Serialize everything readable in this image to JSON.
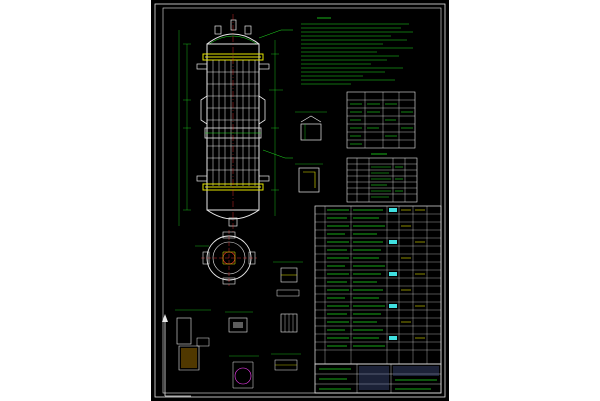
{
  "app": {
    "title": "CAD viewer",
    "background": "#000000",
    "colors": {
      "frame": "#ffffff",
      "line_white": "#e8e8e8",
      "line_yellow": "#e6e600",
      "line_green": "#20e020",
      "line_red": "#ff3030",
      "line_magenta": "#ff40ff",
      "line_cyan": "#40e0e0"
    }
  },
  "drawing": {
    "sheet": "equipment-assembly-drawing",
    "notes_title": "",
    "main_views": [
      "column-elevation",
      "top-section",
      "detail-a",
      "detail-b",
      "nozzle-detail"
    ],
    "tables": [
      "design-data-table",
      "nozzle-table",
      "parts-list",
      "title-block"
    ],
    "icons": {
      "ucs": "ucs-axis-icon"
    }
  }
}
